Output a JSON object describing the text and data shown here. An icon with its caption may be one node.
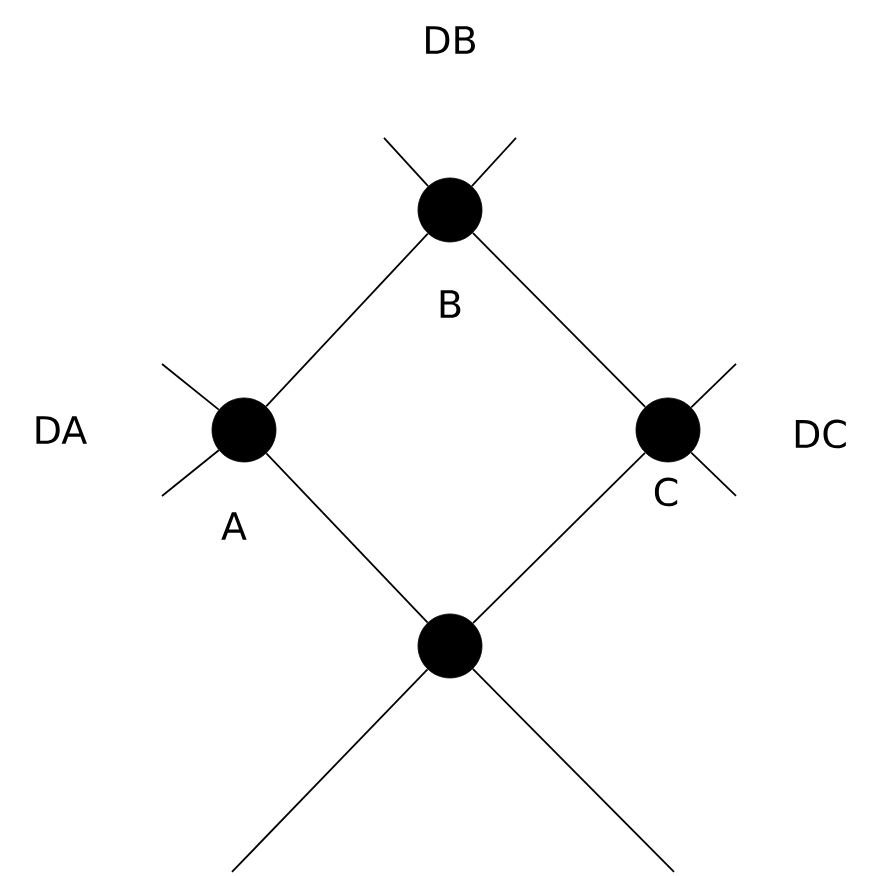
{
  "diagram": {
    "nodes": [
      {
        "text": [],
        "shape": "circle",
        "beside": [
          "B"
        ]
      },
      {
        "text": [],
        "shape": "circle",
        "beside": [
          "A"
        ]
      },
      {
        "text": [],
        "shape": "circle",
        "beside": [
          "C"
        ]
      },
      {
        "text": [],
        "shape": "circle"
      }
    ],
    "edges": [
      {
        "from": 0,
        "to": 1,
        "arrow": "none"
      },
      {
        "from": 0,
        "to": 2,
        "arrow": "none"
      },
      {
        "from": 1,
        "to": 3,
        "arrow": "none"
      },
      {
        "from": 2,
        "to": 3,
        "arrow": "none"
      },
      {
        "from": 0,
        "to": null,
        "arrow": "none"
      },
      {
        "from": 0,
        "to": null,
        "arrow": "none"
      },
      {
        "from": 1,
        "to": null,
        "arrow": "none"
      },
      {
        "from": 1,
        "to": null,
        "arrow": "none"
      },
      {
        "from": 2,
        "to": null,
        "arrow": "none"
      },
      {
        "from": 2,
        "to": null,
        "arrow": "none"
      },
      {
        "from": 3,
        "to": null,
        "arrow": "none"
      },
      {
        "from": 3,
        "to": null,
        "arrow": "none"
      }
    ],
    "labels": [
      "DB",
      "DA",
      "DC"
    ]
  }
}
